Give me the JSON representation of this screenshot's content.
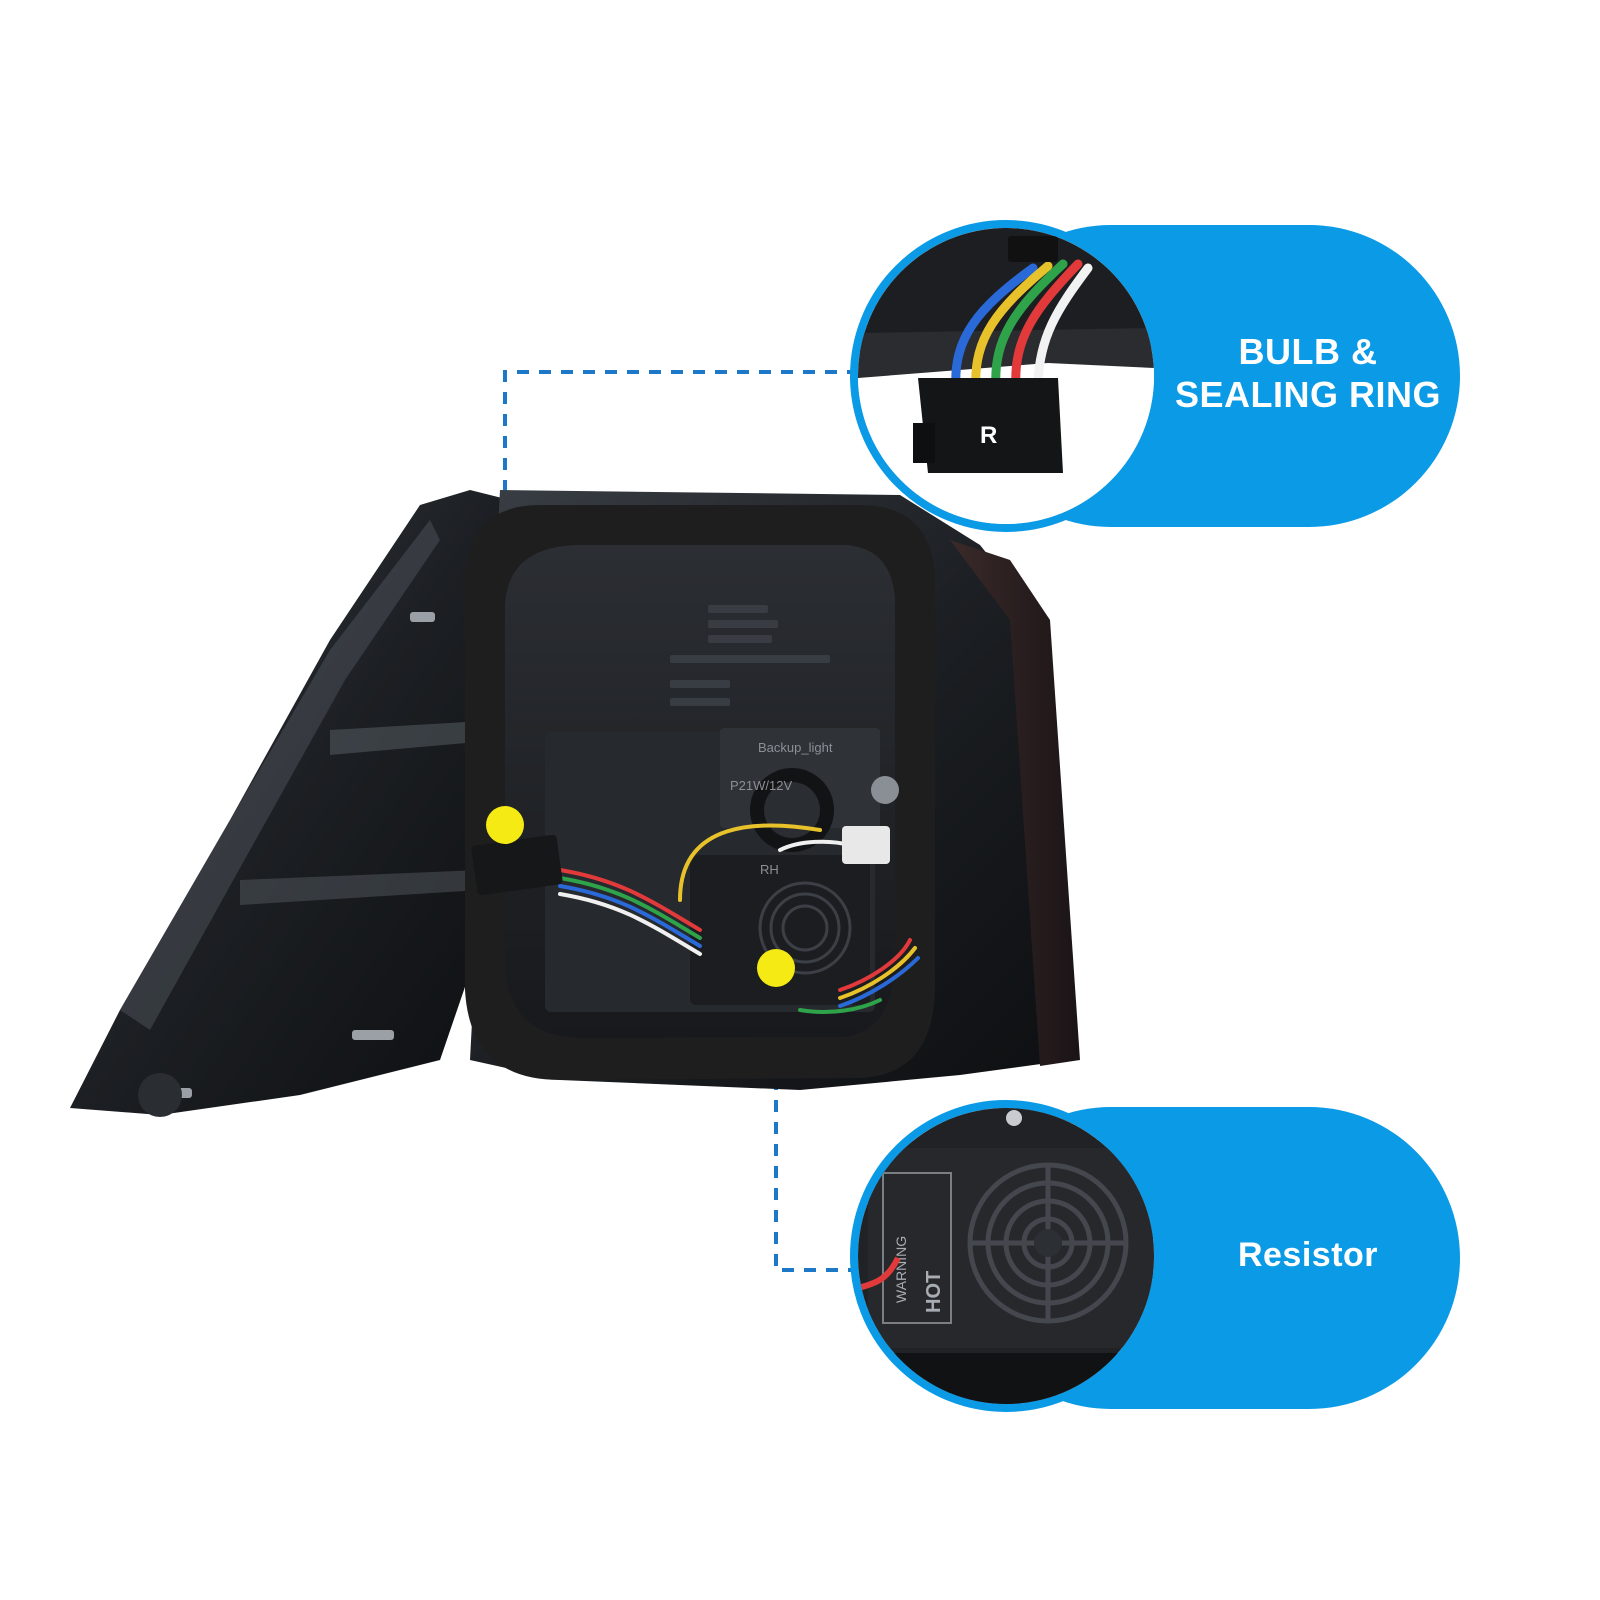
{
  "callouts": {
    "bulb": {
      "label": "BULB &\nSEALING RING",
      "connector_letter": "R"
    },
    "resistor": {
      "label": "Resistor",
      "warning_text": "WARNING",
      "hot_text": "HOT"
    }
  },
  "product_markings": {
    "backup_label": "Backup_light",
    "bulb_rating": "P21W/12V",
    "side_mark": "RH"
  },
  "colors": {
    "accent_blue": "#0a9ae6",
    "marker_yellow": "#f5ea14",
    "dash_blue": "#1e78c8"
  }
}
